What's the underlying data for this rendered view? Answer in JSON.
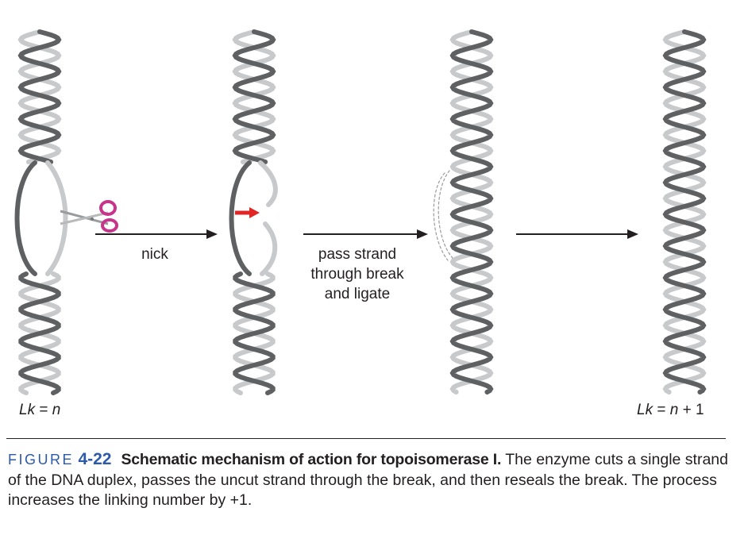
{
  "figure": {
    "label_word": "FIGURE",
    "number": "4-22",
    "title": "Schematic mechanism of action for topoisomerase I.",
    "body_line1": " The enzyme cuts a single strand of the DNA duplex, passes the uncut strand through the break, and then reseals the break. The process increases the linking number by ",
    "body_value": "+1",
    "body_end": "."
  },
  "steps": [
    {
      "label": "nick"
    },
    {
      "label_lines": [
        "pass strand",
        "through break",
        "and ligate"
      ]
    },
    {
      "label": ""
    }
  ],
  "linking_numbers": {
    "start": {
      "prefix": "Lk",
      "eq": " = ",
      "value": "n"
    },
    "end": {
      "prefix": "Lk",
      "eq": " = ",
      "value": "n",
      "suffix": " + 1"
    }
  },
  "colors": {
    "dark_strand": "#5f6062",
    "light_strand": "#c8c9cb",
    "arrow": "#231f20",
    "nick_marker": "#e02726",
    "scissors_handle": "#c7348a",
    "caption_accent": "#2c5aa8"
  },
  "icons": {
    "scissors": "scissors-icon",
    "nick_marker": "red-arrow-icon"
  }
}
